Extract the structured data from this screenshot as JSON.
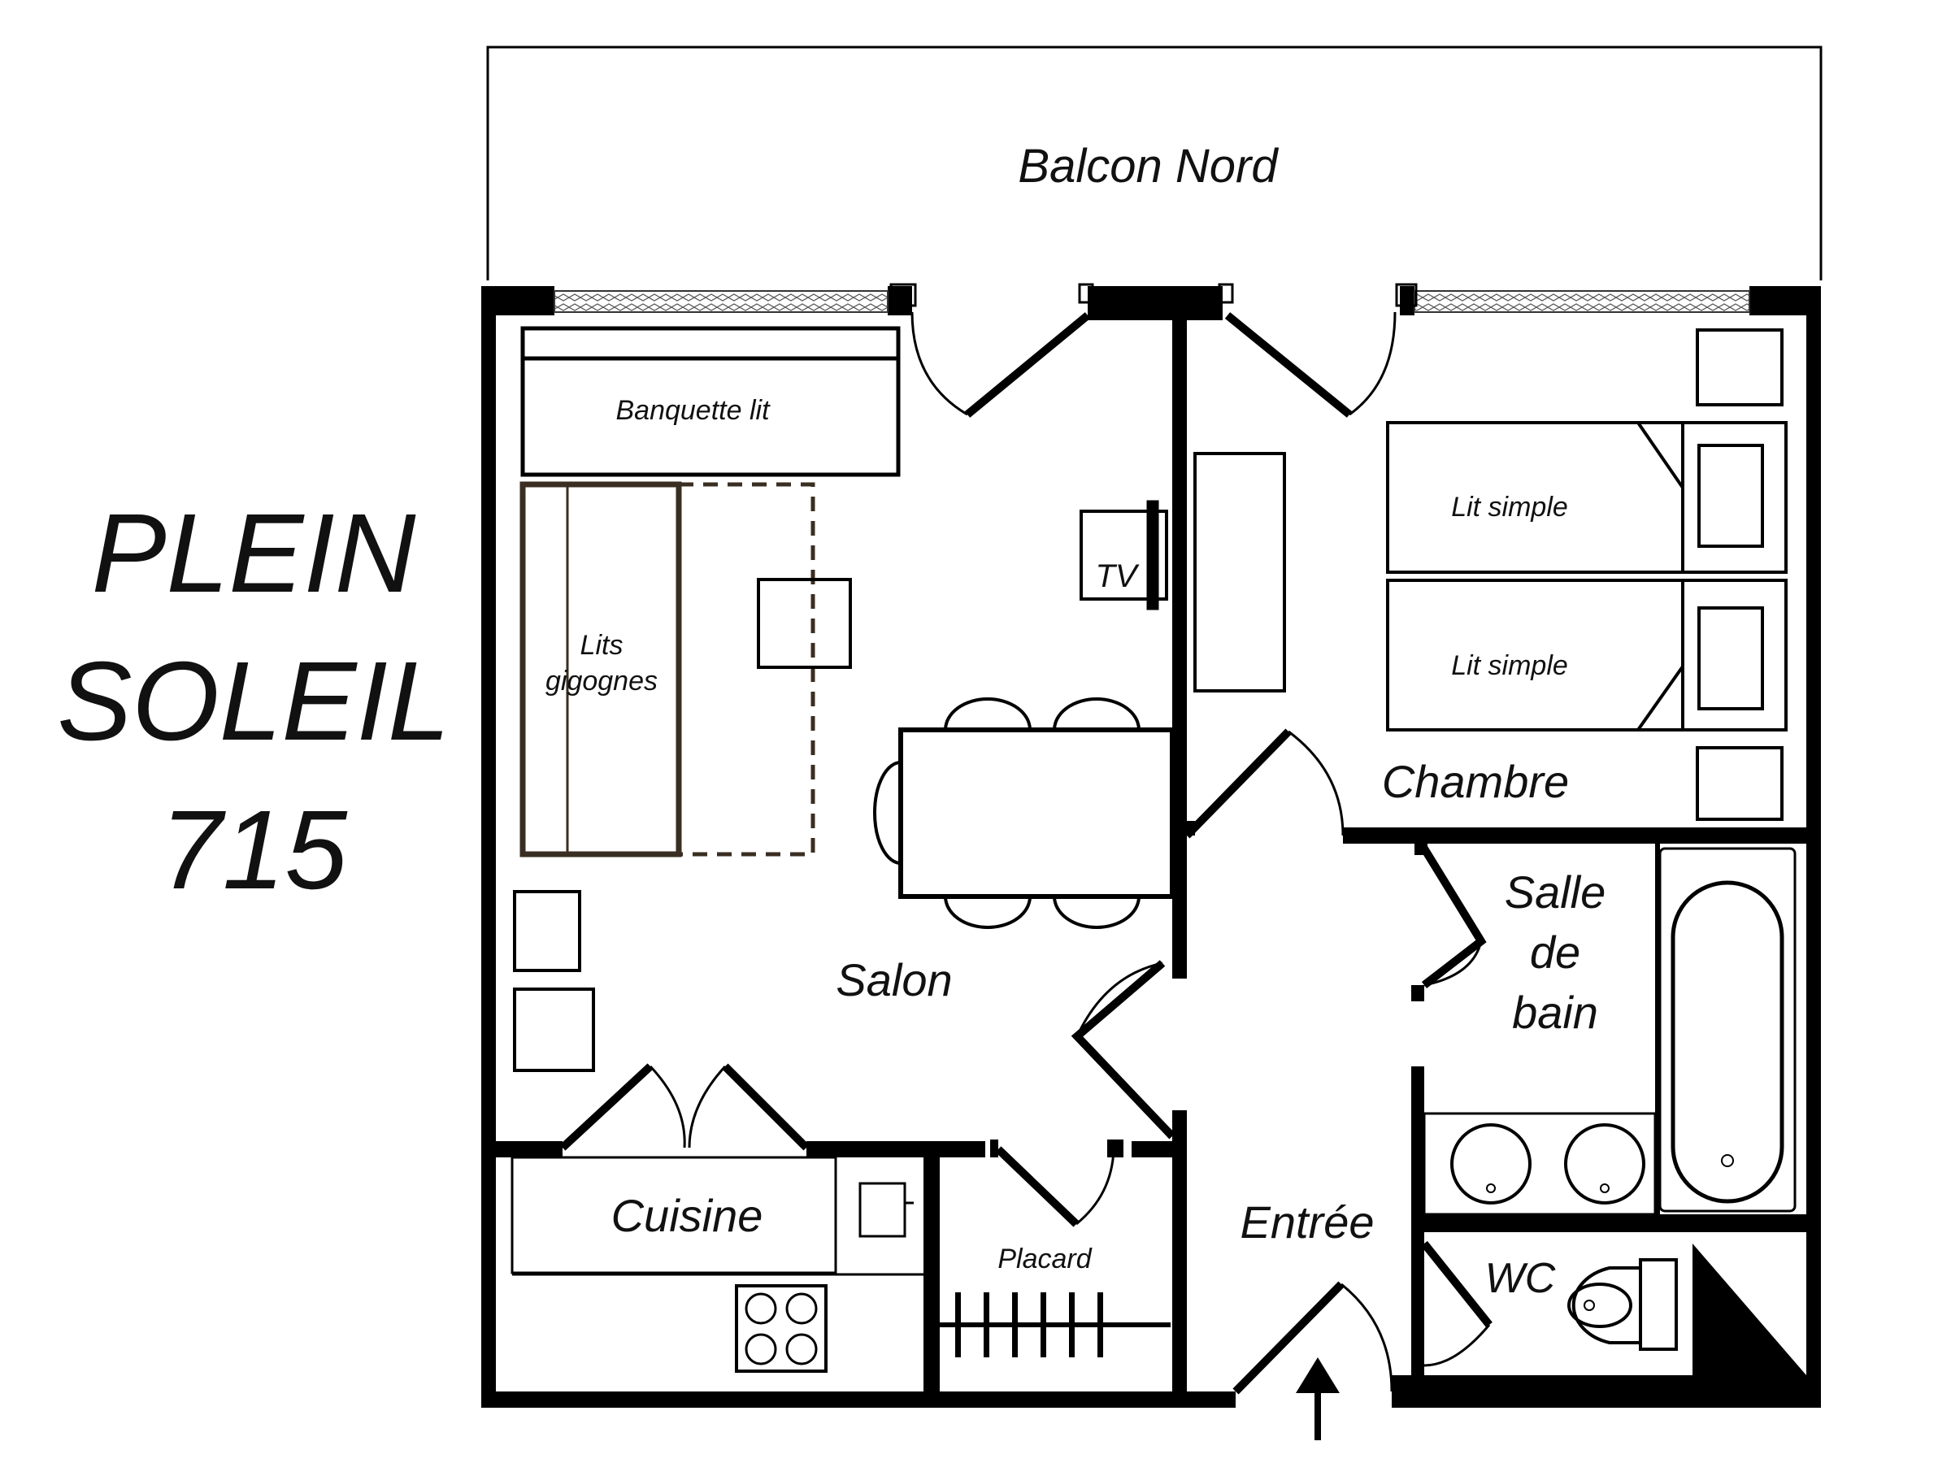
{
  "title": {
    "line1": "PLEIN",
    "line2": "SOLEIL",
    "line3": "715"
  },
  "rooms": {
    "balcon": "Balcon Nord",
    "banquette": "Banquette lit",
    "lits_line1": "Lits",
    "lits_line2": "gigognes",
    "tv": "TV",
    "lit_simple_1": "Lit simple",
    "lit_simple_2": "Lit simple",
    "chambre": "Chambre",
    "salle_line1": "Salle",
    "salle_line2": "de",
    "salle_line3": "bain",
    "salon": "Salon",
    "cuisine": "Cuisine",
    "placard": "Placard",
    "entree": "Entrée",
    "wc": "WC"
  },
  "colors": {
    "wall": "#000000",
    "furniture": "#000000",
    "lits_frame": "#3a2e22",
    "background": "#ffffff"
  }
}
